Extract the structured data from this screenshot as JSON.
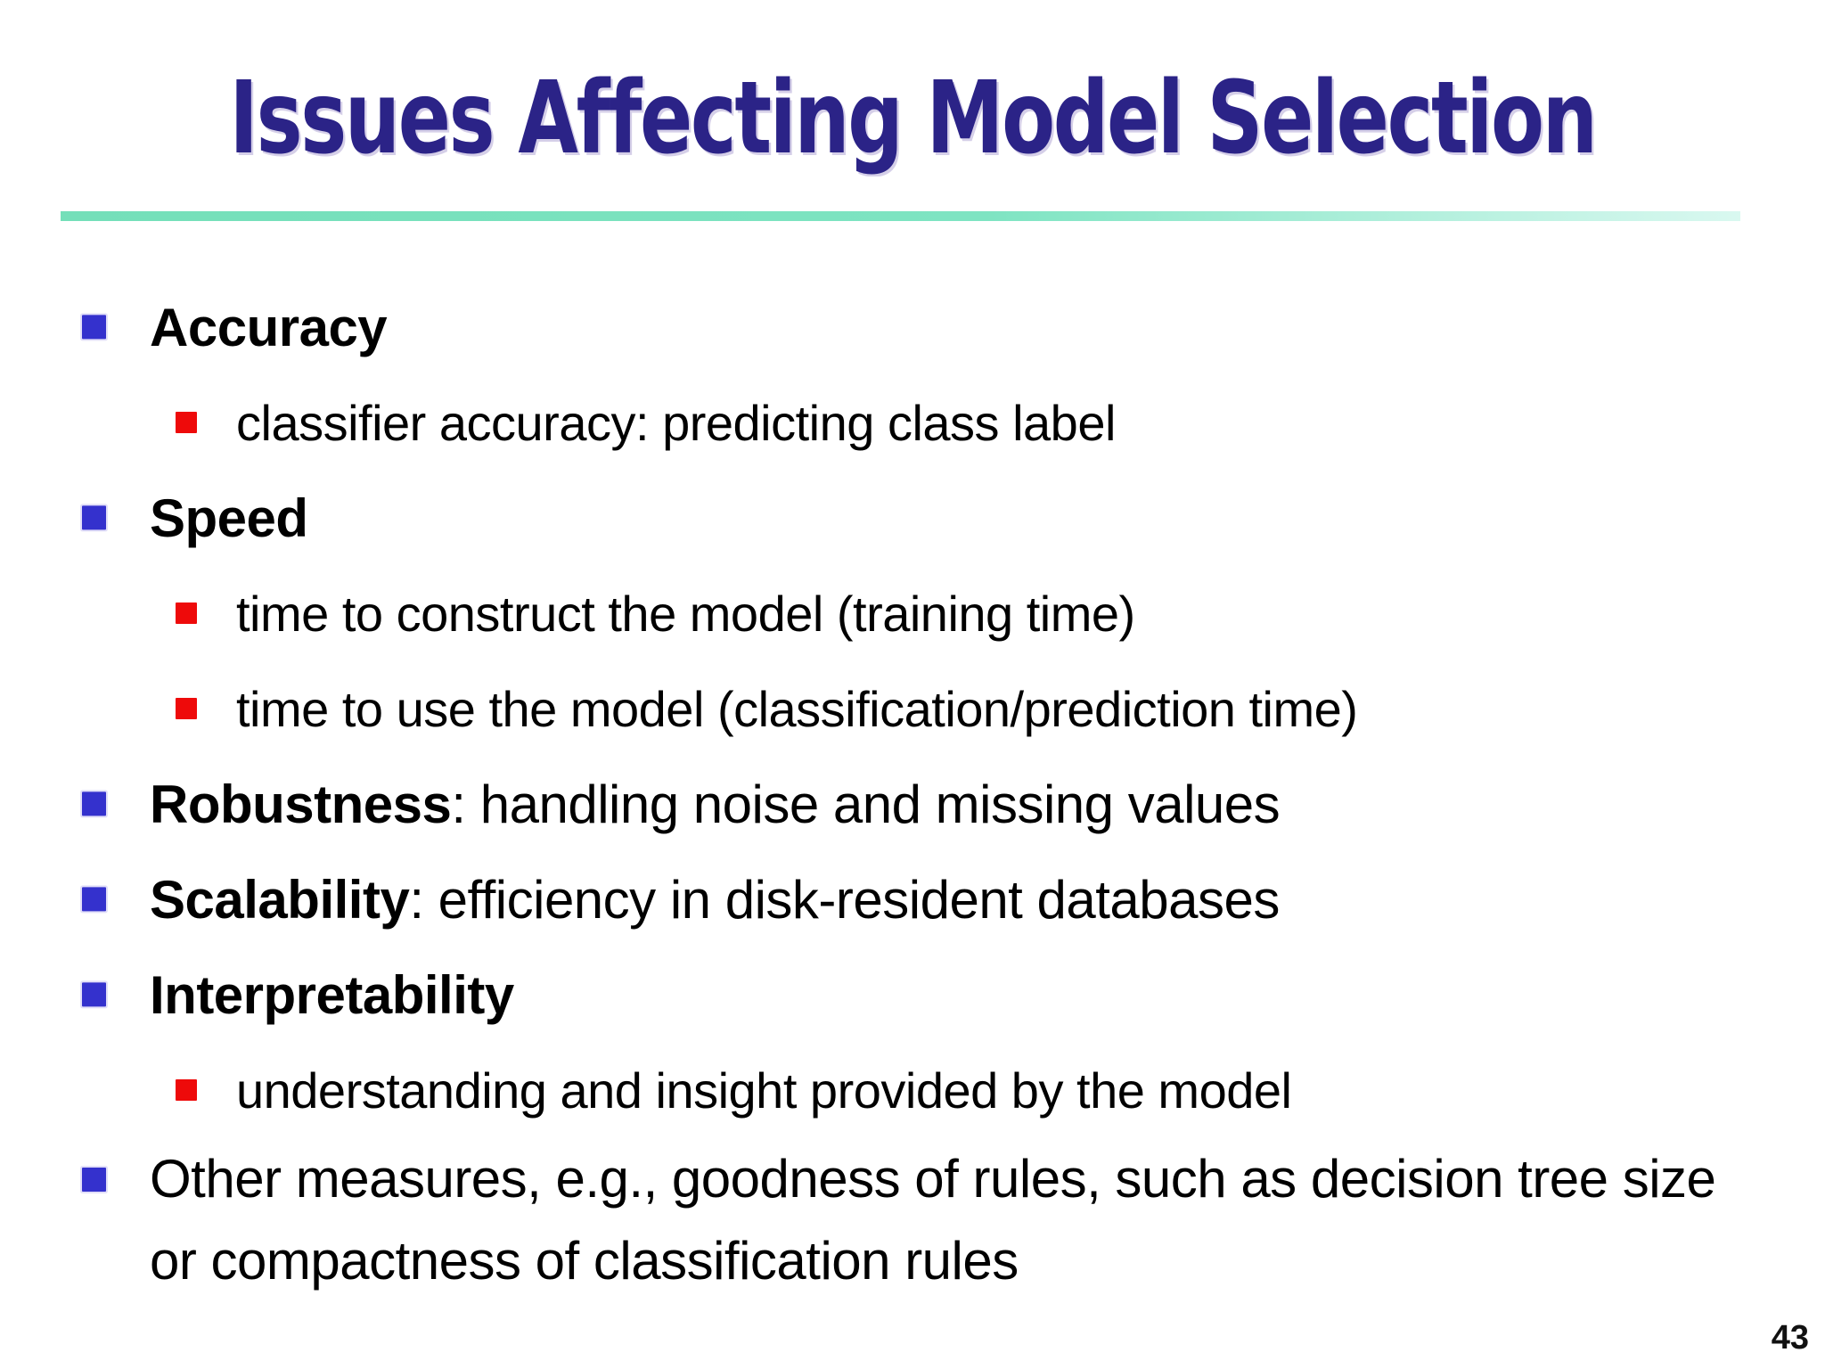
{
  "slide": {
    "title": "Issues Affecting Model Selection",
    "page_number": "43"
  },
  "colors": {
    "title_text": "#2B2387",
    "level1_bullet": "#3431CD",
    "level2_bullet": "#EE0A0A",
    "body_text": "#000000",
    "divider_gradient_start": "#74DFB9",
    "divider_gradient_end": "#D9F8F0"
  },
  "content": {
    "items": [
      {
        "level": 1,
        "lead": "Accuracy",
        "rest": ""
      },
      {
        "level": 2,
        "lead": "",
        "rest": "classifier accuracy: predicting class label"
      },
      {
        "level": 1,
        "lead": "Speed",
        "rest": ""
      },
      {
        "level": 2,
        "lead": "",
        "rest": "time to construct the model (training time)"
      },
      {
        "level": 2,
        "lead": "",
        "rest": "time to use the model (classification/prediction time)"
      },
      {
        "level": 1,
        "lead": "Robustness",
        "rest": ": handling noise and missing values"
      },
      {
        "level": 1,
        "lead": "Scalability",
        "rest": ": efficiency in disk-resident databases"
      },
      {
        "level": 1,
        "lead": "Interpretability",
        "rest": ""
      },
      {
        "level": 2,
        "lead": "",
        "rest": "understanding and insight provided by the model"
      },
      {
        "level": 1,
        "lead": "",
        "rest": "Other measures, e.g., goodness of rules, such as decision tree size or compactness of classification rules"
      }
    ]
  }
}
